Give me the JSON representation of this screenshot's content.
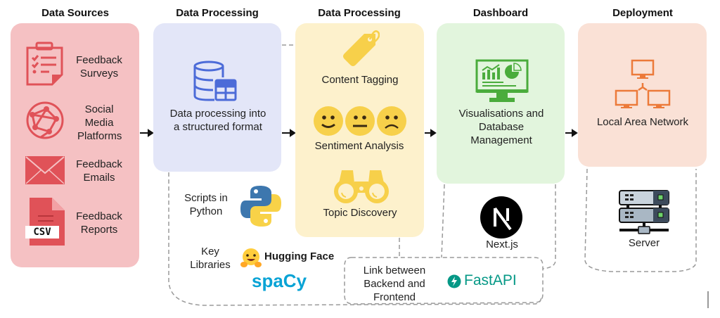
{
  "columns": [
    {
      "header": "Data Sources",
      "color": "#f5c1c3",
      "icon_color": "#e05258"
    },
    {
      "header": "Data Processing",
      "color": "#e3e6f8",
      "icon_color": "#4c6bd8"
    },
    {
      "header": "Data Processing",
      "color": "#fdf1cc",
      "icon_color": "#f7d04a"
    },
    {
      "header": "Dashboard",
      "color": "#e2f5dd",
      "icon_color": "#4aac3c"
    },
    {
      "header": "Deployment",
      "color": "#fae1d6",
      "icon_color": "#ec7a3a"
    }
  ],
  "sources": [
    {
      "icon": "clipboard-checklist-icon",
      "label": "Feedback Surveys"
    },
    {
      "icon": "social-network-globe-icon",
      "label": "Social Media Platforms"
    },
    {
      "icon": "email-envelope-icon",
      "label": "Feedback Emails"
    },
    {
      "icon": "csv-file-icon",
      "label": "Feedback Reports",
      "badge": "CSV"
    }
  ],
  "processing1": {
    "icon": "database-table-icon",
    "label": "Data processing into a structured format"
  },
  "processing2": {
    "items": [
      {
        "icon": "tag-icon",
        "label": "Content Tagging"
      },
      {
        "icon": "sentiment-faces-icon",
        "label": "Sentiment Analysis"
      },
      {
        "icon": "binoculars-icon",
        "label": "Topic Discovery"
      }
    ]
  },
  "dashboard": {
    "icon": "monitor-charts-icon",
    "label": "Visualisations and Database Management"
  },
  "deployment": {
    "icon": "network-computers-icon",
    "label": "Local Area Network"
  },
  "tools": {
    "scripts_label": "Scripts in Python",
    "libraries_label": "Key Libraries",
    "hugging_face": "Hugging Face",
    "spacy": "spaCy",
    "nextjs": "Next.js",
    "link_label": "Link between Backend and Frontend",
    "fastapi": "FastAPI",
    "server": "Server"
  }
}
